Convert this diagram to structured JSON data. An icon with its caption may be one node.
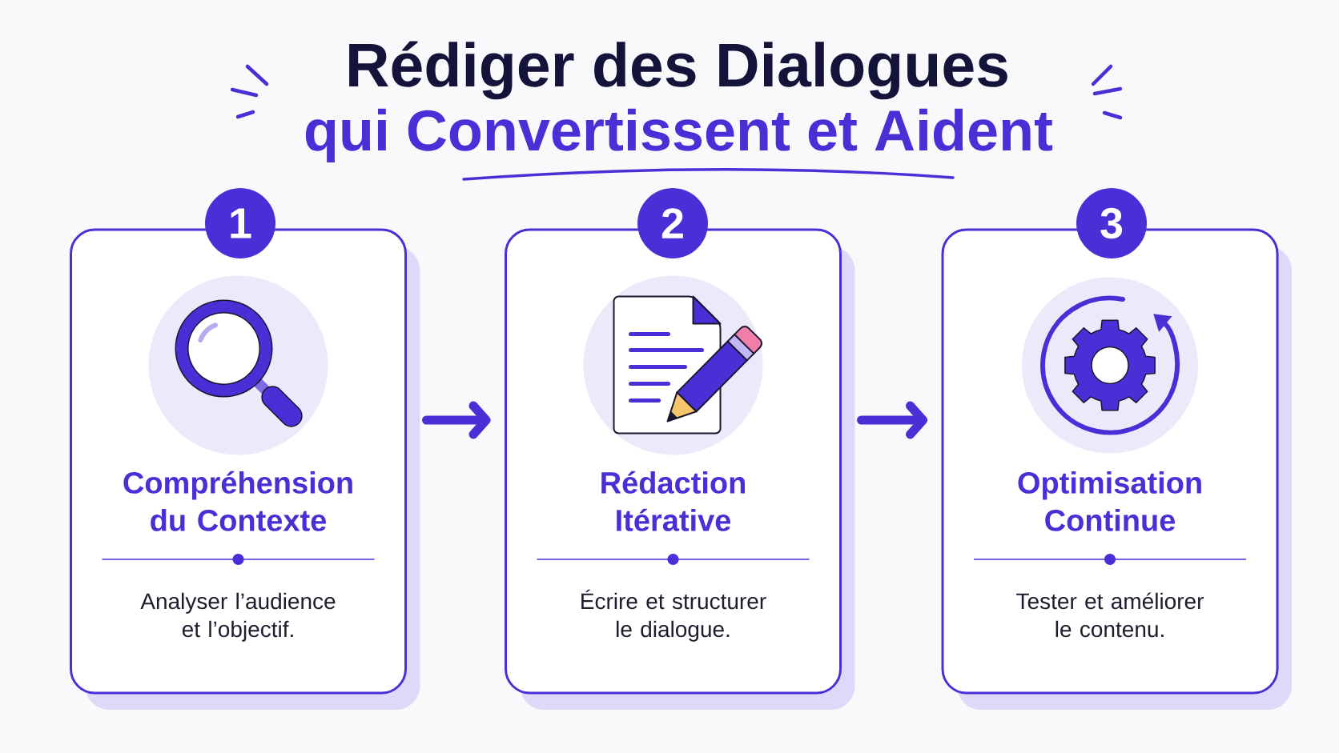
{
  "diagram": {
    "title": "Rédiger des Dialogues",
    "nodes": [
      {
        "text": [
          "1"
        ]
      },
      {
        "text": [
          "Compréhension du Contexte",
          "Analyser l’audience et l’objectif."
        ]
      },
      {
        "text": [
          "2"
        ]
      },
      {
        "text": [
          "Rédaction Itérative",
          "Écrire et structurer le dialogue."
        ]
      },
      {
        "text": [
          "3"
        ]
      },
      {
        "text": [
          "Optimisation Continue",
          "Tester et améliorer le contenu."
        ]
      }
    ],
    "edges": [
      {
        "from": 1,
        "to": 3,
        "arrow": "to"
      },
      {
        "from": 3,
        "to": 5,
        "arrow": "to"
      }
    ],
    "labels": [
      "qui Convertissent et Aident"
    ]
  }
}
